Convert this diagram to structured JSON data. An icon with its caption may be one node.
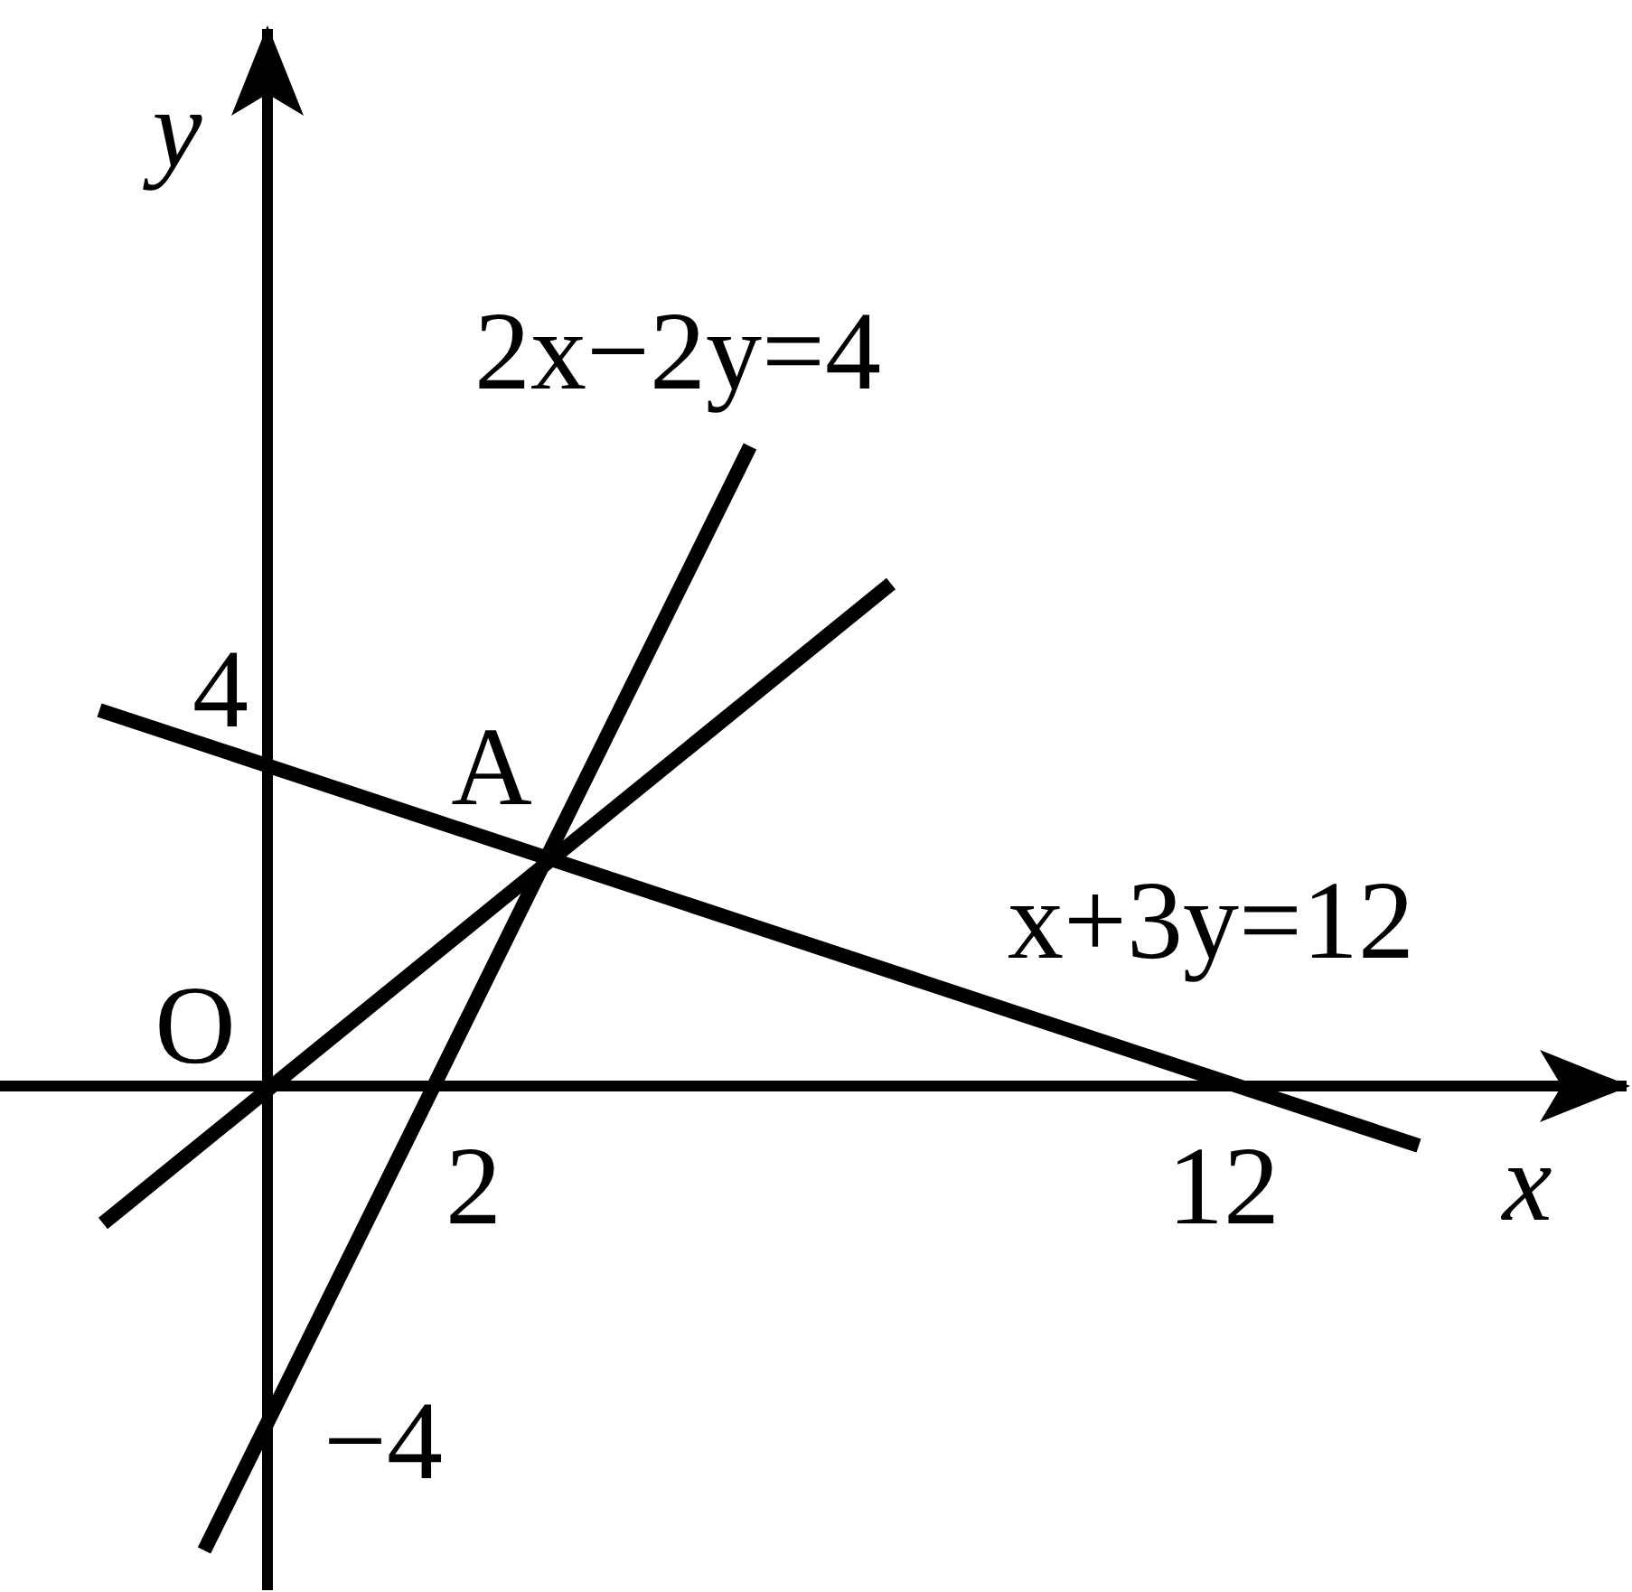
{
  "diagram": {
    "labels": [
      "y",
      "2x−2y=4",
      "4",
      "A",
      "x+3y=12",
      "O",
      "2",
      "12",
      "x",
      "−4"
    ]
  }
}
